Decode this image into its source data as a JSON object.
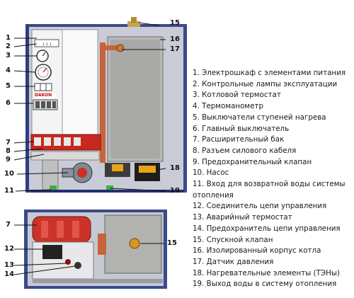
{
  "callouts": [
    "1",
    "2",
    "3",
    "4",
    "5",
    "6",
    "7",
    "8",
    "9",
    "10",
    "11",
    "15",
    "16",
    "17",
    "18",
    "19",
    "7",
    "12",
    "13",
    "14",
    "15"
  ],
  "legend": [
    "1. Электрошкаф с элементами питания",
    "2. Контрольные лампы эксплуатации",
    "3. Котловой термостат",
    "4. Термоманометр",
    "5. Выключатели ступеней нагрева",
    "6. Главный выключатель",
    "7. Расширительный бак",
    "8. Разъем силового кабеля",
    "9. Предохранительный клапан",
    "10. Насос",
    "11. Вход для возвратной воды системы отопления",
    "12. Соединитель цепи управления",
    "13. Аварийный термостат",
    "14. Предохранитель цепи управления",
    "15. Спускной клапан",
    "16. Изолированный корпус котла",
    "17. Датчик давления",
    "18. Нагревательные элементы (ТЭНы)",
    "19. Выход воды в систему отопления"
  ],
  "panel_brand": "DAKON",
  "footer_dots": ". . ."
}
